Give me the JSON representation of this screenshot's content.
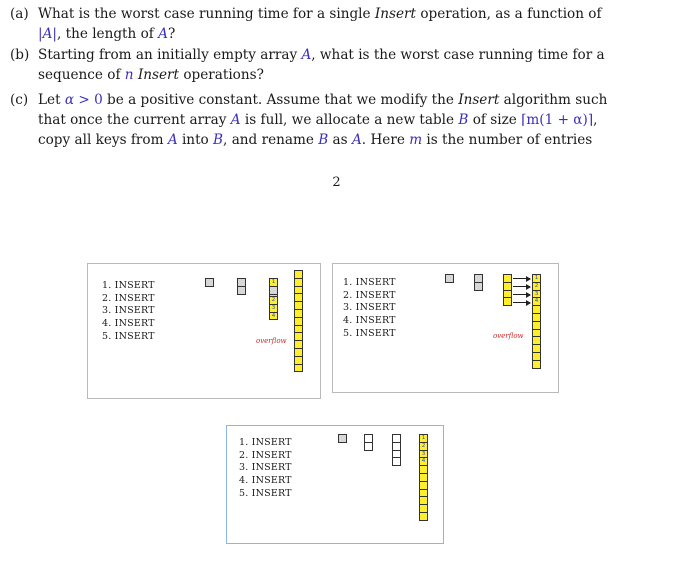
{
  "questions": {
    "a": {
      "tag": "(a)",
      "t1": "What is the worst case running time for a single ",
      "insert": "Insert",
      "t2": " operation, as a function of",
      "abs_a": "|A|",
      "t3": ", the length of ",
      "var_a": "A",
      "t4": "?"
    },
    "b": {
      "tag": "(b)",
      "t1": "Starting from an initially empty array ",
      "var_a": "A",
      "t2": ", what is the worst case running time for a",
      "t3": "sequence of ",
      "var_n": "n",
      "insert": "Insert",
      "t4": " operations?"
    },
    "c": {
      "tag": "(c)",
      "t1": "Let ",
      "alpha": "α",
      "gt0": " > 0",
      "t2": " be a positive constant. Assume that we modify the ",
      "insert": "Insert",
      "t3": " algorithm such",
      "t4": "that once the current array ",
      "var_a": "A",
      "t5": " is full, we allocate a new table ",
      "var_b": "B",
      "t6": " of size ",
      "size_expr": "⌈m(1 + α)⌉",
      "t7": ",",
      "t8": "copy all keys from ",
      "t9": " into ",
      "t10": ", and rename ",
      "t11": " as ",
      "t12": ". Here ",
      "var_m": "m",
      "t13": " is the number of entries"
    }
  },
  "page_number": "2",
  "insert_list": [
    "1. INSERT",
    "2. INSERT",
    "3. INSERT",
    "4. INSERT",
    "5. INSERT"
  ],
  "overflow_label": "overflow",
  "cell_numbers": [
    "1",
    "2",
    "3",
    "4"
  ],
  "colors": {
    "yellow": "#ffef2a",
    "gray": "#d7d7d7",
    "math_blue": "#3a2fb8",
    "overflow_red": "#cc2a2a"
  }
}
